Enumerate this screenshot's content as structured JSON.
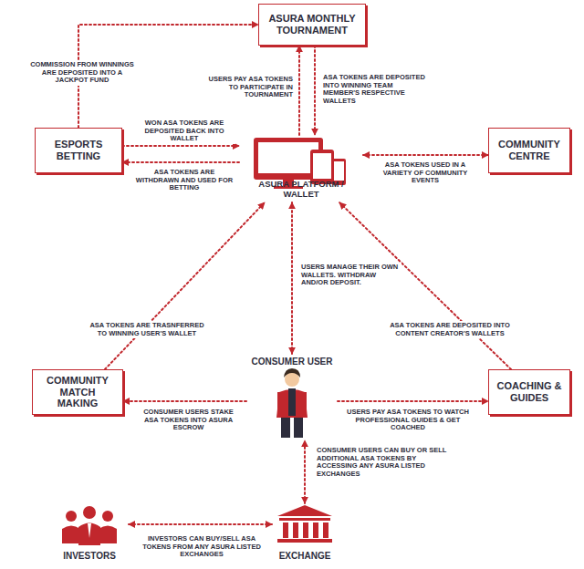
{
  "diagram": {
    "nodes": [
      {
        "text": [
          "ASURA MONTHLY TOURNAMENT"
        ]
      },
      {
        "text": [
          "ESPORTS BETTING"
        ]
      },
      {
        "text": [
          "COMMUNITY CENTRE"
        ]
      },
      {
        "text": [
          "ASURA PLATFORM / WALLET"
        ]
      },
      {
        "text": [
          "CONSUMER USER"
        ]
      },
      {
        "text": [
          "COMMUNITY MATCH MAKING"
        ]
      },
      {
        "text": [
          "COACHING & GUIDES"
        ]
      },
      {
        "text": [
          "INVESTORS"
        ]
      },
      {
        "text": [
          "EXCHANGE"
        ]
      }
    ],
    "edges": [
      {
        "from": 1,
        "to": 0,
        "arrow": "to",
        "label": "COMMISSION FROM WINNINGS ARE DEPOSITED INTO A JACKPOT FUND"
      },
      {
        "from": 3,
        "to": 0,
        "arrow": "to",
        "label": "USERS PAY ASA TOKENS TO PARTICIPATE IN TOURNAMENT"
      },
      {
        "from": 0,
        "to": 3,
        "arrow": "to",
        "label": "ASA TOKENS ARE DEPOSITED INTO WINNING TEAM MEMBER'S RESPECTIVE WALLETS"
      },
      {
        "from": 1,
        "to": 3,
        "arrow": "to",
        "label": "WON ASA TOKENS ARE DEPOSITED BACK INTO WALLET"
      },
      {
        "from": 3,
        "to": 1,
        "arrow": "to",
        "label": "ASA TOKENS ARE WITHDRAWN AND USED FOR BETTING"
      },
      {
        "from": 3,
        "to": 2,
        "arrow": "both",
        "label": "ASA TOKENS USED IN A VARIETY OF COMMUNITY EVENTS"
      },
      {
        "from": 4,
        "to": 3,
        "arrow": "both",
        "label": "USERS MANAGE THEIR OWN WALLETS. WITHDRAW AND/OR DEPOSIT."
      },
      {
        "from": 5,
        "to": 3,
        "arrow": "to",
        "label": "ASA TOKENS ARE TRASNFERRED TO WINNING USER'S WALLET"
      },
      {
        "from": 6,
        "to": 3,
        "arrow": "to",
        "label": "ASA TOKENS ARE DEPOSITED INTO CONTENT CREATOR'S WALLETS"
      },
      {
        "from": 4,
        "to": 5,
        "arrow": "to",
        "label": "CONSUMER USERS STAKE ASA TOKENS INTO ASURA ESCROW"
      },
      {
        "from": 4,
        "to": 6,
        "arrow": "to",
        "label": "USERS PAY ASA TOKENS TO WATCH PROFESSIONAL GUIDES & GET COACHED"
      },
      {
        "from": 8,
        "to": 4,
        "arrow": "both",
        "label": "CONSUMER USERS CAN BUY OR SELL ADDITIONAL ASA TOKENS BY ACCESSING ANY ASURA LISTED EXCHANGES"
      },
      {
        "from": 7,
        "to": 8,
        "arrow": "both",
        "label": "INVESTORS CAN BUY/SELL ASA TOKENS FROM ANY ASURA LISTED EXCHANGES"
      }
    ]
  }
}
